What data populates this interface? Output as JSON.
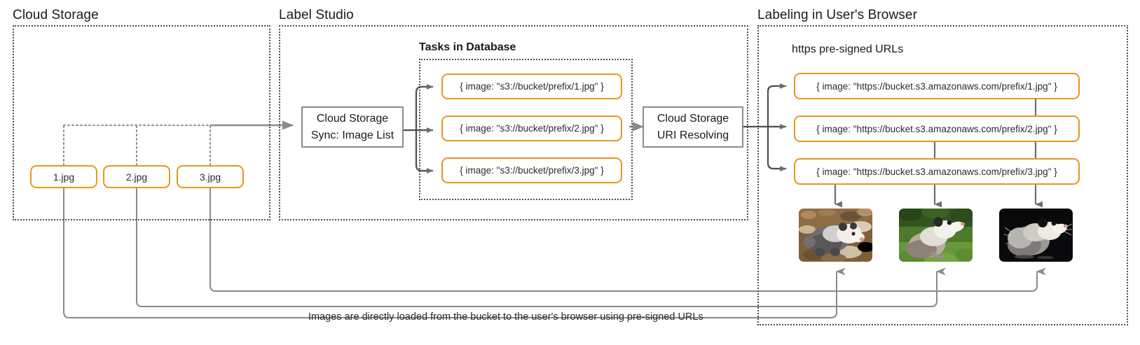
{
  "diagram": {
    "title_hidden": "Label Studio cloud storage pre-signed URL flow",
    "accent_orange": "#e8961e",
    "wire_gray": "#8c8c8c",
    "border_gray": "#4d4d4d",
    "caption": "Images are directly loaded from the bucket to the user's browser using pre-signed URLs"
  },
  "groups": {
    "cloud_storage": {
      "title": "Cloud Storage"
    },
    "label_studio": {
      "title": "Label Studio"
    },
    "browser": {
      "title": "Labeling in User's Browser"
    }
  },
  "sections": {
    "tasks_in_database": "Tasks in Database",
    "presigned_urls": "https pre-signed URLs"
  },
  "files": [
    {
      "label": "1.jpg"
    },
    {
      "label": "2.jpg"
    },
    {
      "label": "3.jpg"
    }
  ],
  "processes": {
    "sync": {
      "line1": "Cloud Storage",
      "line2": "Sync: Image List"
    },
    "resolve": {
      "line1": "Cloud Storage",
      "line2": "URI Resolving"
    }
  },
  "tasks": [
    {
      "label": "{ image: \"s3://bucket/prefix/1.jpg\" }"
    },
    {
      "label": "{ image: \"s3://bucket/prefix/2.jpg\" }"
    },
    {
      "label": "{ image: \"s3://bucket/prefix/3.jpg\" }"
    }
  ],
  "urls": [
    {
      "label": "{ image: \"https://bucket.s3.amazonaws.com/prefix/1.jpg\" }"
    },
    {
      "label": "{ image: \"https://bucket.s3.amazonaws.com/prefix/2.jpg\" }"
    },
    {
      "label": "{ image: \"https://bucket.s3.amazonaws.com/prefix/3.jpg\" }"
    }
  ],
  "photos": [
    {
      "alt": "opossum-on-leaf-litter"
    },
    {
      "alt": "opossum-in-green-grass"
    },
    {
      "alt": "opossum-on-black-background"
    }
  ]
}
